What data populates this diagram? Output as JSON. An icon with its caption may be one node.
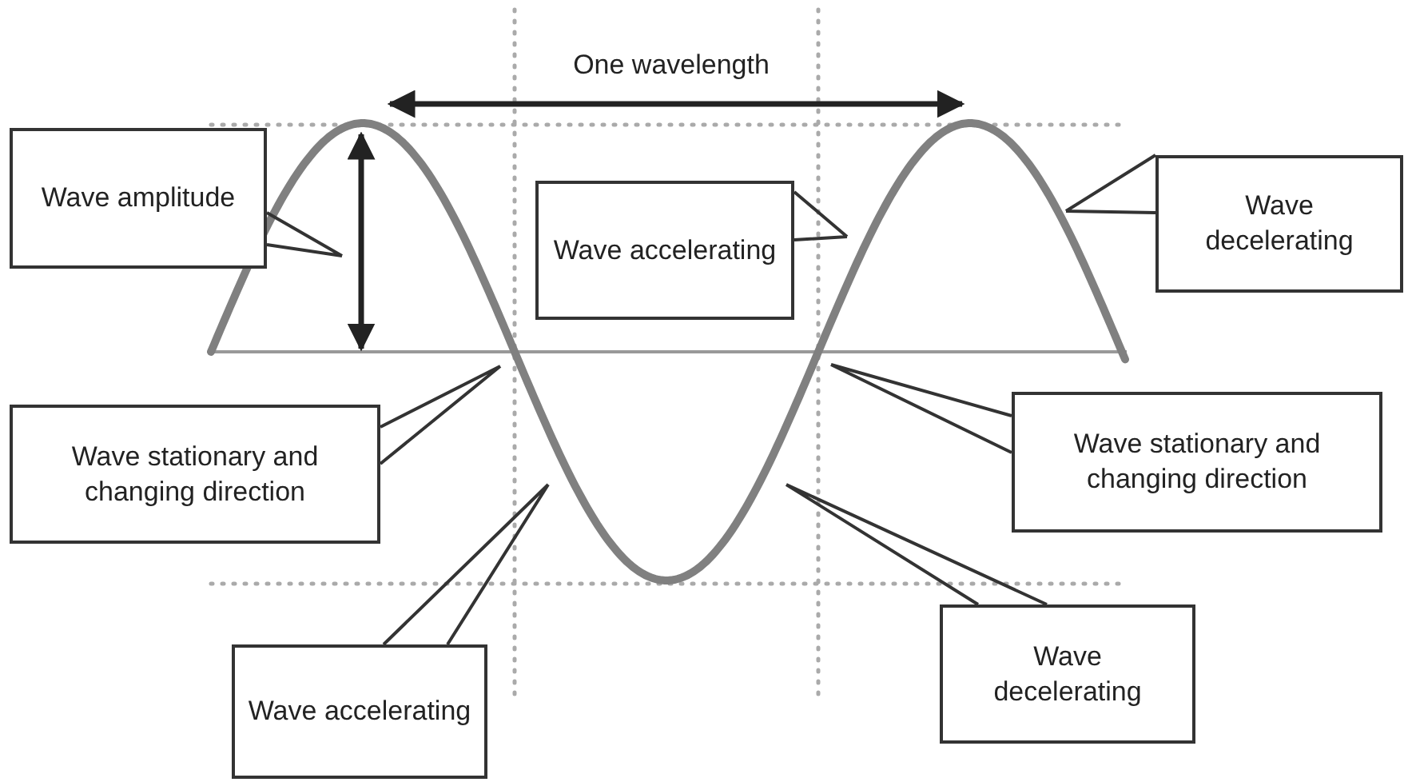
{
  "diagram": {
    "nodes": [
      {
        "text": [
          "Wave amplitude"
        ]
      },
      {
        "text": [
          "Wave accelerating"
        ]
      },
      {
        "text": [
          "Wave decelerating"
        ]
      },
      {
        "text": [
          "Wave stationary and changing direction"
        ]
      },
      {
        "text": [
          "Wave stationary and changing direction"
        ]
      },
      {
        "text": [
          "Wave accelerating"
        ]
      },
      {
        "text": [
          "Wave decelerating"
        ]
      }
    ],
    "edges": [
      {
        "from": 0,
        "to": null,
        "arrow": "none"
      },
      {
        "from": 1,
        "to": null,
        "arrow": "none"
      },
      {
        "from": 2,
        "to": null,
        "arrow": "none"
      },
      {
        "from": 3,
        "to": null,
        "arrow": "none"
      },
      {
        "from": 4,
        "to": null,
        "arrow": "none"
      },
      {
        "from": 5,
        "to": null,
        "arrow": "none"
      },
      {
        "from": 6,
        "to": null,
        "arrow": "none"
      }
    ],
    "labels": [
      "One wavelength"
    ]
  }
}
